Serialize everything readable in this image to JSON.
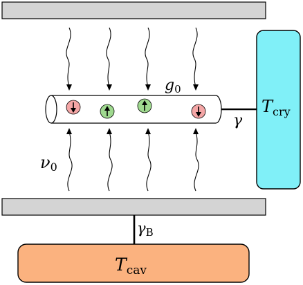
{
  "labels": {
    "coupling_spin": "g",
    "coupling_spin_sub": "0",
    "gamma_cryo": "γ",
    "freq": "ν",
    "freq_sub": "0",
    "gamma_bath": "γ",
    "gamma_bath_sub": "B",
    "temp_cry": "T",
    "temp_cry_sub": "cry",
    "temp_cav": "T",
    "temp_cav_sub": "cav"
  },
  "spins": [
    {
      "state": "down",
      "color": "#f4a6a6"
    },
    {
      "state": "up",
      "color": "#9fd98f"
    },
    {
      "state": "up",
      "color": "#9fd98f"
    },
    {
      "state": "down",
      "color": "#f4a6a6"
    }
  ],
  "colors": {
    "plate": "#d4d4d4",
    "cryostat": "#80f0f8",
    "cavity_bath": "#fbb27f",
    "line": "#000000"
  }
}
